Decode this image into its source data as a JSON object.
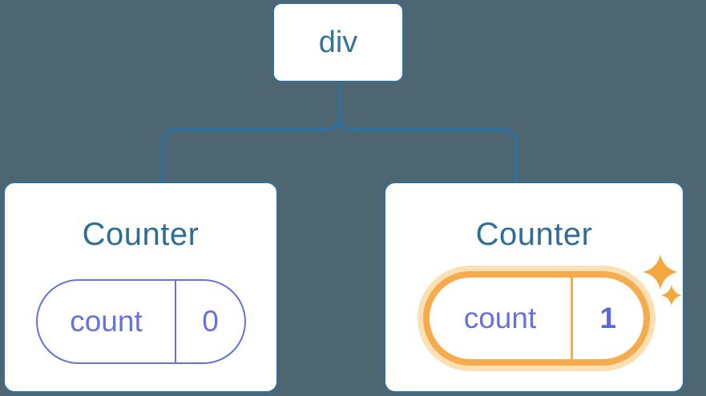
{
  "colors": {
    "bg": "#4D6671",
    "line-blue": "#2F70A1",
    "label-blue": "#36749F",
    "title-blue": "#2E6E96",
    "purple": "#6671E0",
    "purple-bold": "#5A68DB",
    "orange": "#F6AB4D",
    "orange-halo": "#FAE0B4",
    "sparkle": "#F3A73F",
    "card-bg": "#FFFFFF"
  },
  "icons": {
    "sparkle": "four-point-star"
  },
  "tree": {
    "root": {
      "label": "div"
    },
    "children": [
      {
        "title": "Counter",
        "state_key": "count",
        "state_value": "0",
        "highlighted": false
      },
      {
        "title": "Counter",
        "state_key": "count",
        "state_value": "1",
        "highlighted": true
      }
    ]
  }
}
